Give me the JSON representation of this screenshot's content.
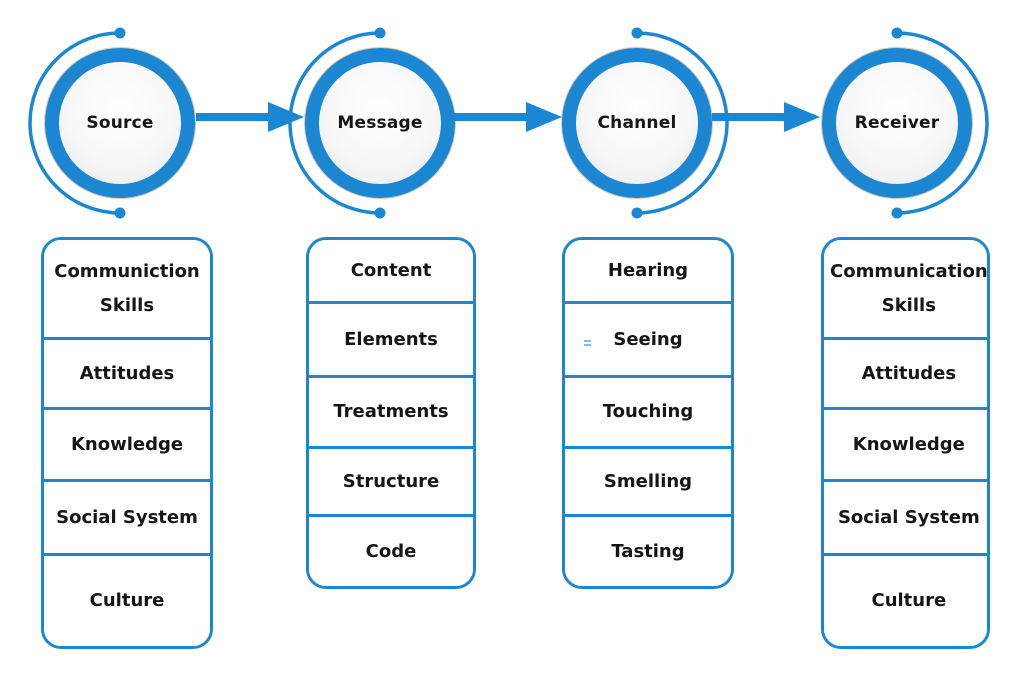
{
  "colors": {
    "accent": "#1b87d3",
    "text": "#161616",
    "inner_circle_light": "#ffffff",
    "inner_circle_shade": "#e9e9e9"
  },
  "nodes": [
    {
      "id": "source",
      "label": "Source",
      "arc_side": "left",
      "attributes": [
        "Communiction Skills",
        "Attitudes",
        "Knowledge",
        "Social System",
        "Culture"
      ]
    },
    {
      "id": "message",
      "label": "Message",
      "arc_side": "left",
      "attributes": [
        "Content",
        "Elements",
        "Treatments",
        "Structure",
        "Code"
      ]
    },
    {
      "id": "channel",
      "label": "Channel",
      "arc_side": "right",
      "attributes": [
        "Hearing",
        "Seeing",
        "Touching",
        "Smelling",
        "Tasting"
      ]
    },
    {
      "id": "receiver",
      "label": "Receiver",
      "arc_side": "right",
      "attributes": [
        "Communication Skills",
        "Attitudes",
        "Knowledge",
        "Social System",
        "Culture"
      ]
    }
  ],
  "arrows": [
    {
      "from": "Source",
      "to": "Message"
    },
    {
      "from": "Message",
      "to": "Channel"
    },
    {
      "from": "Channel",
      "to": "Receiver"
    }
  ]
}
